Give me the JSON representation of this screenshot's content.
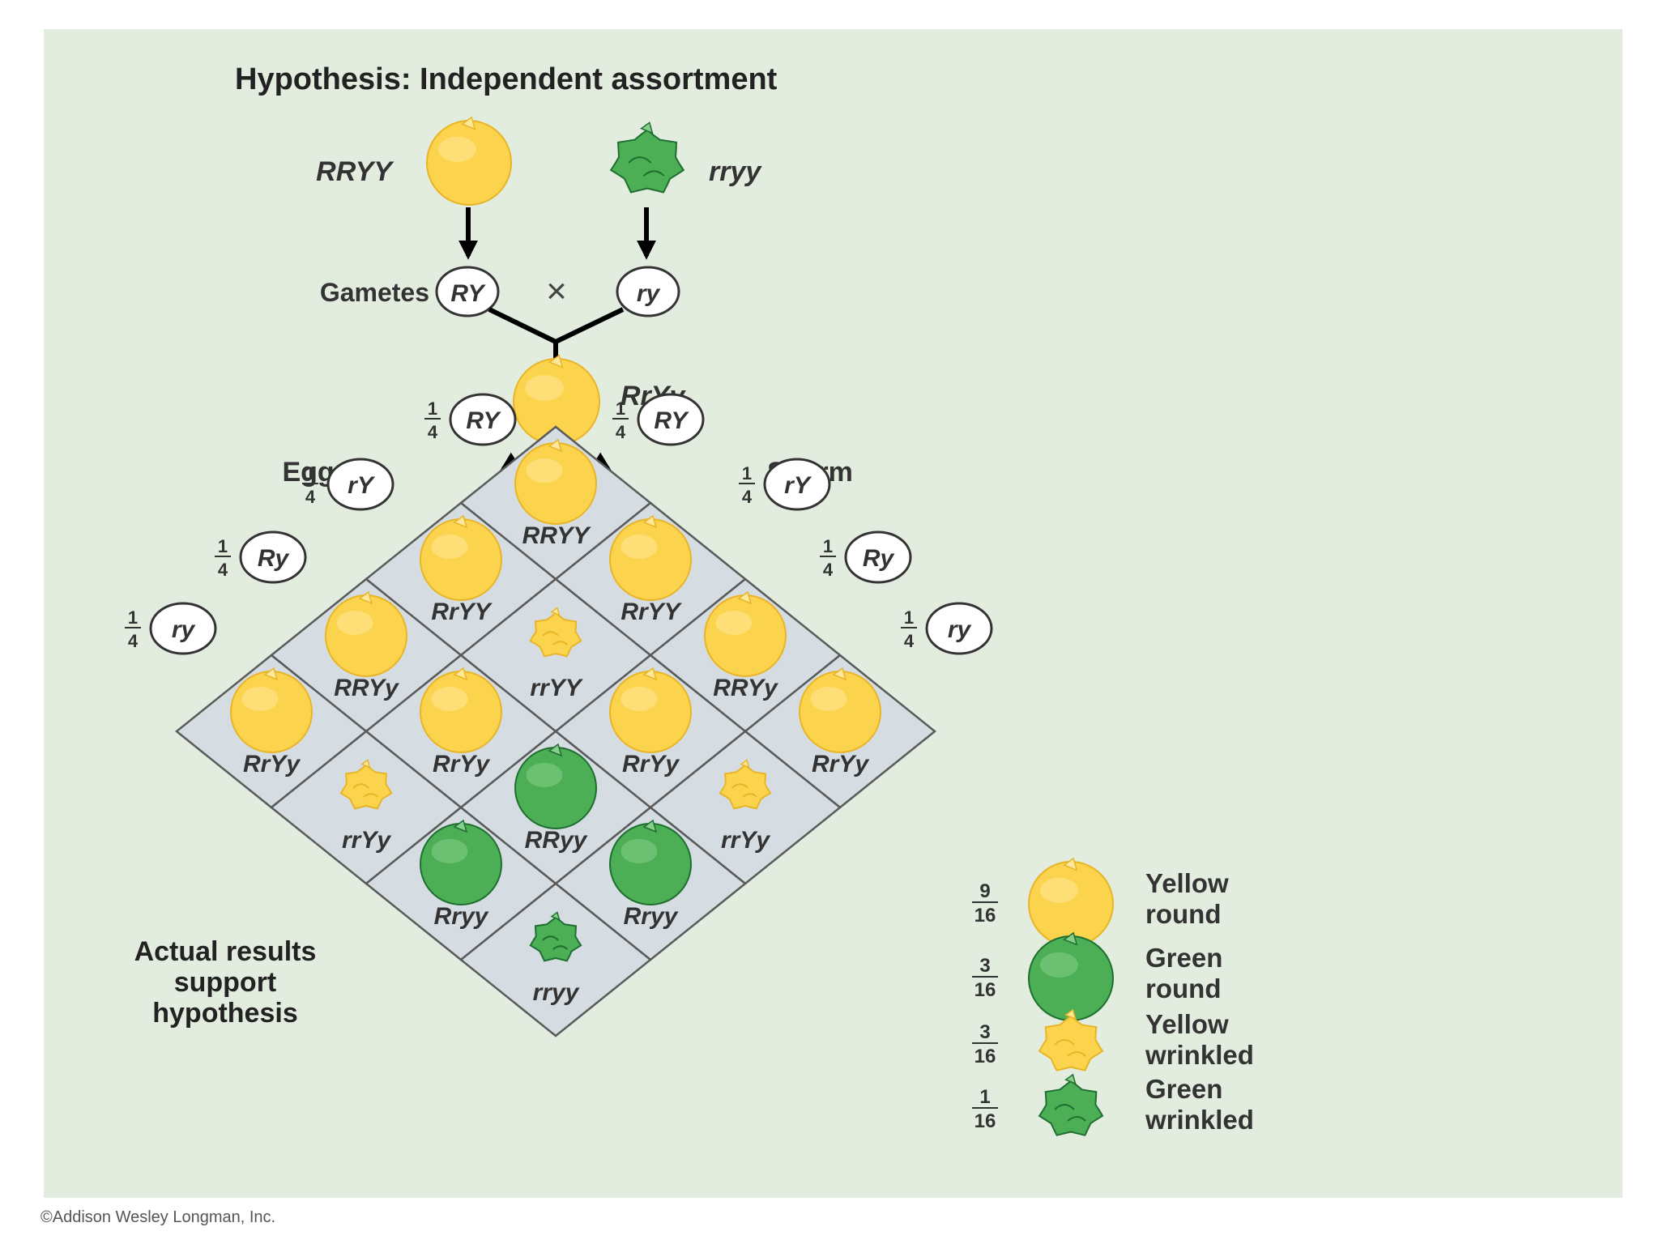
{
  "title": "Hypothesis: Independent assortment",
  "colors": {
    "background": "#e3eddf",
    "square_fill": "#d6dde2",
    "square_stroke": "#5a5a5a",
    "yellow": "#fcd34d",
    "yellow_light": "#fde79a",
    "yellow_dark": "#e8b526",
    "green": "#4cae55",
    "green_light": "#86cf8a",
    "green_dark": "#1f6f30"
  },
  "parents": {
    "left": {
      "genotype": "RRYY",
      "phenotype": "yellow-round"
    },
    "right": {
      "genotype": "rryy",
      "phenotype": "green-wrinkled"
    }
  },
  "gametes_label": "Gametes",
  "cross_symbol": "×",
  "parent_gametes": [
    "RY",
    "ry"
  ],
  "f1": {
    "genotype": "RrYy",
    "phenotype": "yellow-round"
  },
  "eggs_label": "Eggs",
  "sperm_label": "Sperm",
  "gamete_fraction": {
    "num": "1",
    "den": "4"
  },
  "gamete_types": [
    "RY",
    "rY",
    "Ry",
    "ry"
  ],
  "punnett": [
    [
      "RRYY",
      "RrYY",
      "RRYy",
      "RrYy"
    ],
    [
      "RrYY",
      "rrYY",
      "RrYy",
      "rrYy"
    ],
    [
      "RRYy",
      "RrYy",
      "RRyy",
      "Rryy"
    ],
    [
      "RrYy",
      "rrYy",
      "Rryy",
      "rryy"
    ]
  ],
  "conclusion": [
    "Actual results",
    "support",
    "hypothesis"
  ],
  "legend": [
    {
      "num": "9",
      "den": "16",
      "line1": "Yellow",
      "line2": "round",
      "phenotype": "yellow-round"
    },
    {
      "num": "3",
      "den": "16",
      "line1": "Green",
      "line2": "round",
      "phenotype": "green-round"
    },
    {
      "num": "3",
      "den": "16",
      "line1": "Yellow",
      "line2": "wrinkled",
      "phenotype": "yellow-wrinkled"
    },
    {
      "num": "1",
      "den": "16",
      "line1": "Green",
      "line2": "wrinkled",
      "phenotype": "green-wrinkled"
    }
  ],
  "copyright": "©Addison Wesley Longman, Inc."
}
